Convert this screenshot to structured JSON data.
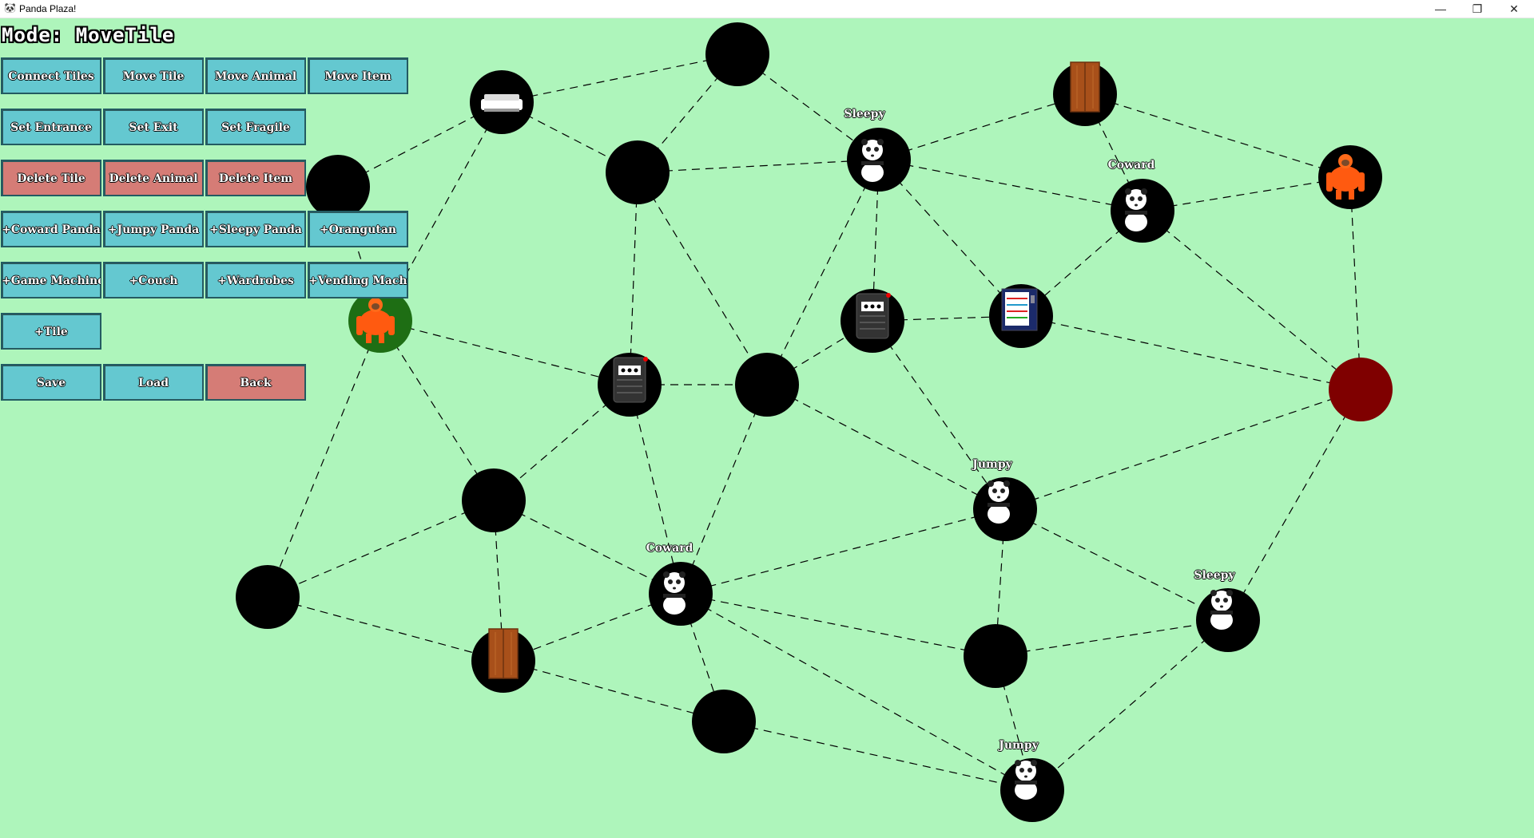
{
  "window": {
    "title": "Panda Plaza!",
    "app_icon": "panda-icon",
    "controls": [
      "minimize-icon",
      "maximize-icon",
      "close-icon"
    ]
  },
  "mode_label": "Mode: MoveTile",
  "toolbar": {
    "row1": [
      "Connect Tiles",
      "Move Tile",
      "Move Animal",
      "Move Item"
    ],
    "row2": [
      "Set Entrance",
      "Set Exit",
      "Set Fragile"
    ],
    "row3": [
      "Delete Tile",
      "Delete Animal",
      "Delete Item"
    ],
    "row4": [
      "+Coward Panda",
      "+Jumpy Panda",
      "+Sleepy Panda",
      "+Orangutan"
    ],
    "row5": [
      "+Game Machine",
      "+Couch",
      "+Wardrobes",
      "+Vending Machine"
    ],
    "row6": [
      "+Tile"
    ],
    "row7": [
      "Save",
      "Load",
      "Back"
    ]
  },
  "colors": {
    "background": "#aef5bb",
    "tile": "#000000",
    "exit_tile": "#7f0000",
    "entrance_tile": "#1e6e14",
    "button_teal": "#64c8d0",
    "button_red": "#d57c76"
  },
  "animal_labels": {
    "sleepy_top": "Sleepy",
    "coward_top": "Coward",
    "jumpy_mid": "Jumpy",
    "coward_mid": "Coward",
    "sleepy_right": "Sleepy",
    "jumpy_bottom": "Jumpy"
  },
  "tiles": [
    {
      "id": "t1",
      "kind": "normal",
      "content": "none"
    },
    {
      "id": "t2",
      "kind": "normal",
      "content": "couch-icon"
    },
    {
      "id": "t3",
      "kind": "normal",
      "content": "none"
    },
    {
      "id": "t4",
      "kind": "normal",
      "content": "panda-icon",
      "animal": "Sleepy"
    },
    {
      "id": "t5",
      "kind": "normal",
      "content": "wardrobe-icon"
    },
    {
      "id": "t6",
      "kind": "normal",
      "content": "panda-icon",
      "animal": "Coward"
    },
    {
      "id": "t7",
      "kind": "normal",
      "content": "orangutan-icon"
    },
    {
      "id": "t8",
      "kind": "normal",
      "content": "none"
    },
    {
      "id": "t9",
      "kind": "entrance",
      "content": "orangutan-icon"
    },
    {
      "id": "t10",
      "kind": "normal",
      "content": "game-machine-icon"
    },
    {
      "id": "t11",
      "kind": "normal",
      "content": "none"
    },
    {
      "id": "t12",
      "kind": "normal",
      "content": "game-machine-icon"
    },
    {
      "id": "t13",
      "kind": "normal",
      "content": "vending-machine-icon"
    },
    {
      "id": "t14",
      "kind": "exit",
      "content": "none"
    },
    {
      "id": "t15",
      "kind": "normal",
      "content": "none"
    },
    {
      "id": "t16",
      "kind": "normal",
      "content": "panda-icon",
      "animal": "Jumpy"
    },
    {
      "id": "t17",
      "kind": "normal",
      "content": "none"
    },
    {
      "id": "t18",
      "kind": "normal",
      "content": "panda-icon",
      "animal": "Coward"
    },
    {
      "id": "t19",
      "kind": "normal",
      "content": "wardrobe-icon"
    },
    {
      "id": "t20",
      "kind": "normal",
      "content": "none"
    },
    {
      "id": "t21",
      "kind": "normal",
      "content": "none"
    },
    {
      "id": "t22",
      "kind": "normal",
      "content": "panda-icon",
      "animal": "Sleepy"
    },
    {
      "id": "t23",
      "kind": "normal",
      "content": "panda-icon",
      "animal": "Jumpy"
    }
  ],
  "connections": [
    [
      "t1",
      "t2"
    ],
    [
      "t1",
      "t3"
    ],
    [
      "t1",
      "t4"
    ],
    [
      "t2",
      "t8"
    ],
    [
      "t2",
      "t3"
    ],
    [
      "t2",
      "t9"
    ],
    [
      "t3",
      "t4"
    ],
    [
      "t3",
      "t10"
    ],
    [
      "t3",
      "t11"
    ],
    [
      "t4",
      "t5"
    ],
    [
      "t4",
      "t6"
    ],
    [
      "t4",
      "t12"
    ],
    [
      "t4",
      "t11"
    ],
    [
      "t4",
      "t13"
    ],
    [
      "t5",
      "t6"
    ],
    [
      "t5",
      "t7"
    ],
    [
      "t6",
      "t7"
    ],
    [
      "t6",
      "t13"
    ],
    [
      "t6",
      "t14"
    ],
    [
      "t7",
      "t14"
    ],
    [
      "t8",
      "t9"
    ],
    [
      "t9",
      "t10"
    ],
    [
      "t9",
      "t15"
    ],
    [
      "t9",
      "t17"
    ],
    [
      "t10",
      "t11"
    ],
    [
      "t10",
      "t15"
    ],
    [
      "t10",
      "t18"
    ],
    [
      "t11",
      "t12"
    ],
    [
      "t11",
      "t18"
    ],
    [
      "t11",
      "t16"
    ],
    [
      "t12",
      "t13"
    ],
    [
      "t12",
      "t16"
    ],
    [
      "t13",
      "t14"
    ],
    [
      "t14",
      "t16"
    ],
    [
      "t14",
      "t22"
    ],
    [
      "t15",
      "t17"
    ],
    [
      "t15",
      "t19"
    ],
    [
      "t15",
      "t18"
    ],
    [
      "t16",
      "t18"
    ],
    [
      "t16",
      "t21"
    ],
    [
      "t16",
      "t22"
    ],
    [
      "t17",
      "t19"
    ],
    [
      "t18",
      "t19"
    ],
    [
      "t18",
      "t20"
    ],
    [
      "t18",
      "t21"
    ],
    [
      "t18",
      "t23"
    ],
    [
      "t19",
      "t20"
    ],
    [
      "t20",
      "t23"
    ],
    [
      "t21",
      "t22"
    ],
    [
      "t21",
      "t23"
    ],
    [
      "t22",
      "t23"
    ]
  ]
}
